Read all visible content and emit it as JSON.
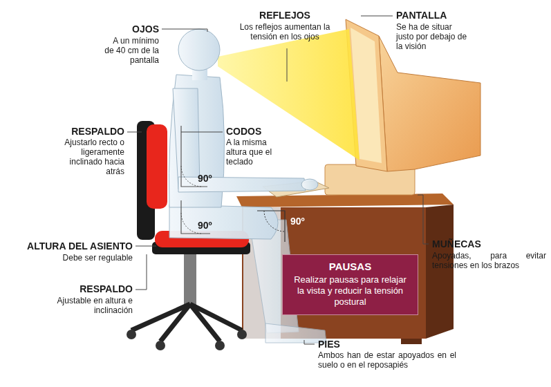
{
  "diagram": {
    "nodes": [
      {
        "text": [
          "PAUSAS",
          "Realizar pausas para relajar la vista y reducir la tensión postural"
        ]
      }
    ],
    "labels": [
      "OJOS",
      "A un mínimo de 40 cm de la pantalla",
      "REFLEJOS",
      "Los reflejos aumentan la tensión en los ojos",
      "PANTALLA",
      "Se ha de situar justo por debajo de la visión",
      "RESPALDO",
      "Ajustarlo recto o ligeramente inclinado hacia atrás",
      "CODOS",
      "A la misma altura que el teclado",
      "90º",
      "90º",
      "90º",
      "ALTURA DEL ASIENTO",
      "Debe ser regulable",
      "RESPALDO",
      "Ajustable en altura e inclinación",
      "MUÑECAS",
      "Apoyadas, para evitar tensiones en los brazos",
      "PIES",
      "Ambos han de estar apoyados en el suelo o en el reposapiés"
    ]
  }
}
